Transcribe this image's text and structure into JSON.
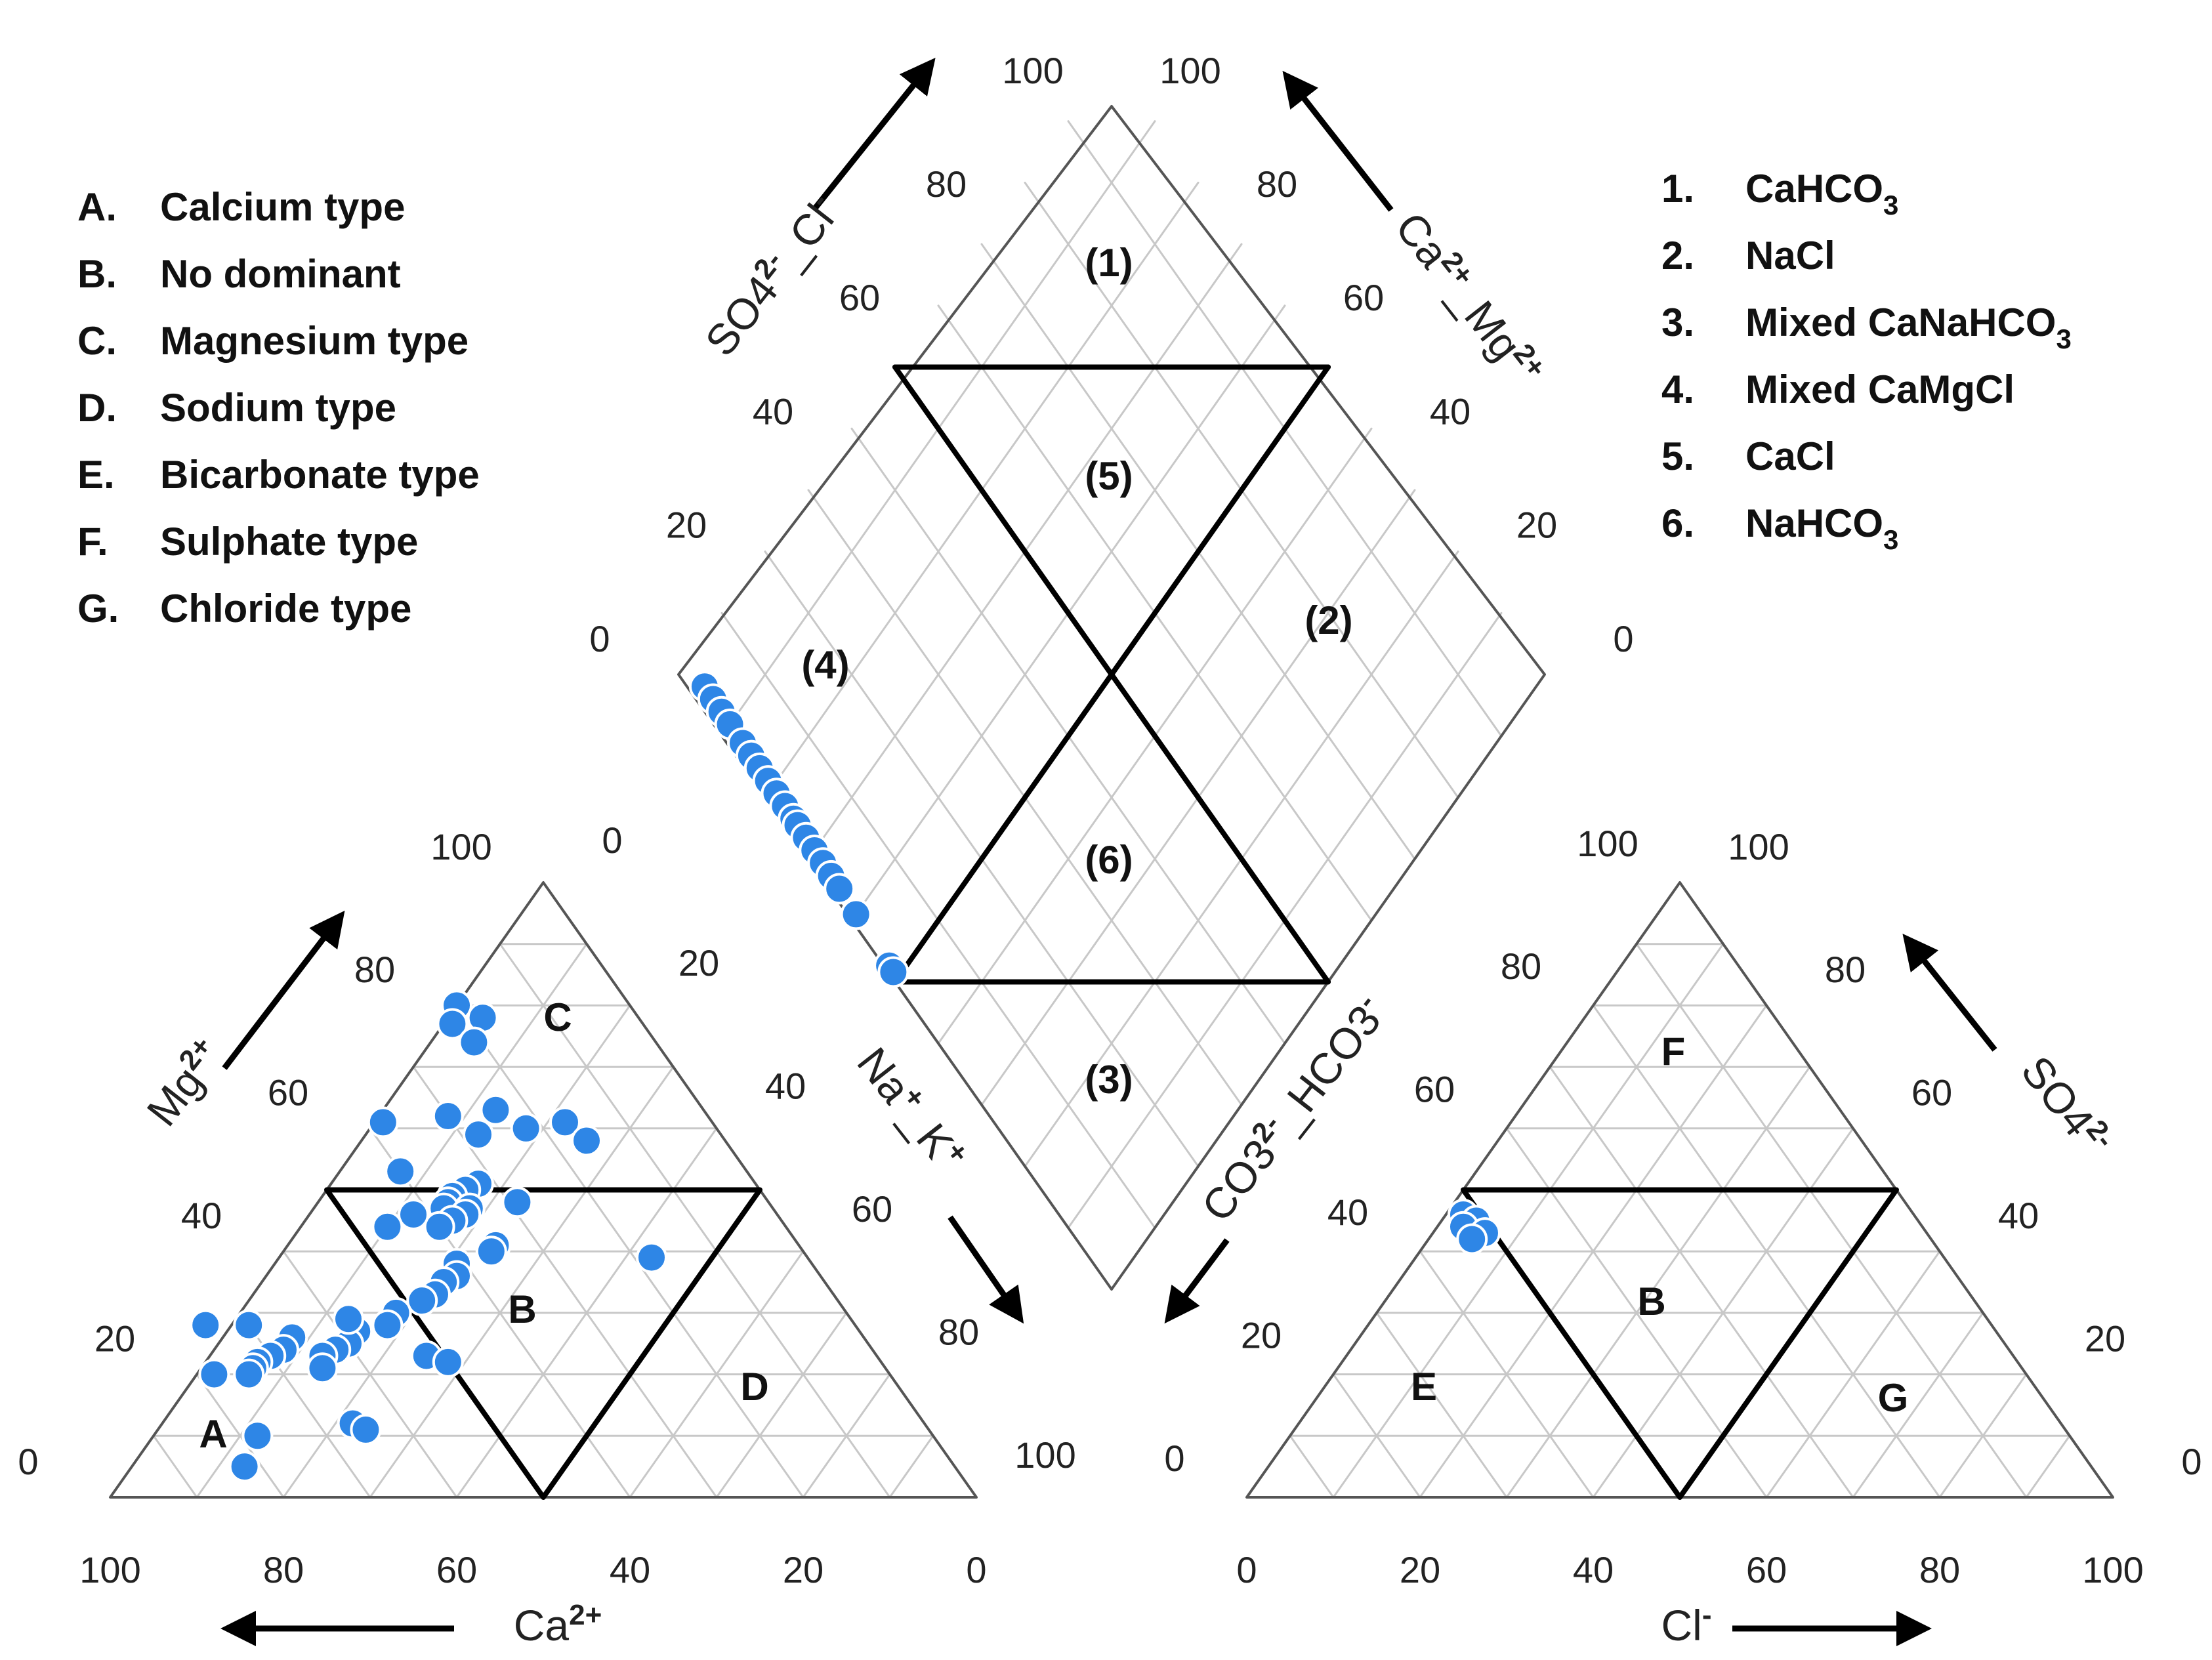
{
  "chart_data": {
    "type": "scatter",
    "subtype": "piper-trilinear",
    "colors": {
      "point": "#2e86e6",
      "frame": "#555555",
      "grid": "#c8c8c8",
      "boundary": "#000000"
    },
    "grid": true,
    "axes": {
      "cation_ca": {
        "label": "Ca",
        "sup": "2+",
        "ticks": [
          "100",
          "80",
          "60",
          "40",
          "20",
          "0"
        ]
      },
      "cation_mg": {
        "label": "Mg",
        "sup": "2+",
        "ticks": [
          "0",
          "20",
          "40",
          "60",
          "80",
          "100"
        ]
      },
      "cation_nak": {
        "label": "Na",
        "sup1": "+",
        "mid": "_K",
        "sup2": "+",
        "ticks": [
          "0",
          "20",
          "40",
          "60",
          "80",
          "100"
        ]
      },
      "anion_cl": {
        "label": "Cl",
        "sup": "-",
        "ticks": [
          "0",
          "20",
          "40",
          "60",
          "80",
          "100"
        ]
      },
      "anion_so4": {
        "label": "SO4",
        "sup": "2-",
        "ticks": [
          "0",
          "20",
          "40",
          "60",
          "80",
          "100"
        ]
      },
      "anion_co3": {
        "label": "CO3",
        "sup1": "2-",
        "mid": "_HCO3",
        "sup2": "-",
        "ticks": [
          "100",
          "80",
          "60",
          "40",
          "20",
          "0"
        ]
      },
      "diamond_so4cl": {
        "label": "SO4",
        "sup1": "2-",
        "mid": "_Cl",
        "sup2": "-",
        "ticks": [
          "0",
          "20",
          "40",
          "60",
          "80",
          "100"
        ]
      },
      "diamond_camg": {
        "label": "Ca",
        "sup1": "2+",
        "mid": "_Mg",
        "sup2": "2+",
        "ticks": [
          "0",
          "20",
          "40",
          "60",
          "80",
          "100"
        ]
      }
    },
    "cation_zones": [
      "A",
      "B",
      "C",
      "D"
    ],
    "anion_zones": [
      "E",
      "B",
      "F",
      "G"
    ],
    "diamond_zones": [
      "(1)",
      "(2)",
      "(3)",
      "(4)",
      "(5)",
      "(6)"
    ],
    "legend_left": [
      {
        "key": "A.",
        "text": "Calcium type"
      },
      {
        "key": "B.",
        "text": " No dominant"
      },
      {
        "key": "C.",
        "text": "Magnesium type"
      },
      {
        "key": "D.",
        "text": "Sodium type"
      },
      {
        "key": "E.",
        "text": "Bicarbonate type"
      },
      {
        "key": "F.",
        "text": "Sulphate type"
      },
      {
        "key": "G.",
        "text": "Chloride type"
      }
    ],
    "legend_right": [
      {
        "key": "1.",
        "text": "CaHCO",
        "sub": "3"
      },
      {
        "key": "2.",
        "text": " NaCl",
        "sub": ""
      },
      {
        "key": "3.",
        "text": "Mixed CaNaHCO",
        "sub": "3"
      },
      {
        "key": "4.",
        "text": "Mixed CaMgCl",
        "sub": ""
      },
      {
        "key": "5.",
        "text": "CaCl",
        "sub": ""
      },
      {
        "key": "6.",
        "text": "NaHCO",
        "sub": "3"
      }
    ],
    "cation_points": [
      {
        "ca": 20,
        "mg": 80
      },
      {
        "ca": 18,
        "mg": 78
      },
      {
        "ca": 22,
        "mg": 77
      },
      {
        "ca": 21,
        "mg": 74
      },
      {
        "ca": 38,
        "mg": 61
      },
      {
        "ca": 30,
        "mg": 62
      },
      {
        "ca": 24,
        "mg": 63
      },
      {
        "ca": 22,
        "mg": 60
      },
      {
        "ca": 17,
        "mg": 61
      },
      {
        "ca": 16,
        "mg": 58
      },
      {
        "ca": 28,
        "mg": 59
      },
      {
        "ca": 32,
        "mg": 51
      },
      {
        "ca": 29,
        "mg": 48
      },
      {
        "ca": 40,
        "mg": 53
      },
      {
        "ca": 34,
        "mg": 50
      },
      {
        "ca": 36,
        "mg": 49
      },
      {
        "ca": 37,
        "mg": 48
      },
      {
        "ca": 38,
        "mg": 47
      },
      {
        "ca": 35,
        "mg": 47
      },
      {
        "ca": 36,
        "mg": 46
      },
      {
        "ca": 38,
        "mg": 45
      },
      {
        "ca": 40,
        "mg": 44
      },
      {
        "ca": 35,
        "mg": 41
      },
      {
        "ca": 18,
        "mg": 39
      },
      {
        "ca": 36,
        "mg": 40
      },
      {
        "ca": 41,
        "mg": 38
      },
      {
        "ca": 42,
        "mg": 36
      },
      {
        "ca": 44,
        "mg": 35
      },
      {
        "ca": 46,
        "mg": 33
      },
      {
        "ca": 48,
        "mg": 32
      },
      {
        "ca": 52,
        "mg": 30
      },
      {
        "ca": 54,
        "mg": 28
      },
      {
        "ca": 58,
        "mg": 27
      },
      {
        "ca": 60,
        "mg": 25
      },
      {
        "ca": 62,
        "mg": 24
      },
      {
        "ca": 64,
        "mg": 23
      },
      {
        "ca": 66,
        "mg": 26
      },
      {
        "ca": 70,
        "mg": 28
      },
      {
        "ca": 75,
        "mg": 28
      },
      {
        "ca": 68,
        "mg": 24
      },
      {
        "ca": 70,
        "mg": 23
      },
      {
        "ca": 72,
        "mg": 22
      },
      {
        "ca": 73,
        "mg": 21
      },
      {
        "ca": 74,
        "mg": 20
      },
      {
        "ca": 65,
        "mg": 21
      },
      {
        "ca": 52,
        "mg": 23
      },
      {
        "ca": 50,
        "mg": 22
      },
      {
        "ca": 58,
        "mg": 29
      },
      {
        "ca": 66,
        "mg": 12
      },
      {
        "ca": 65,
        "mg": 11
      },
      {
        "ca": 78,
        "mg": 20
      },
      {
        "ca": 78,
        "mg": 10
      },
      {
        "ca": 82,
        "mg": 5
      },
      {
        "ca": 42,
        "mg": 46
      },
      {
        "ca": 46,
        "mg": 44
      }
    ],
    "anion_points": [
      {
        "cl": 2,
        "so4": 46
      },
      {
        "cl": 4,
        "so4": 45
      },
      {
        "cl": 3,
        "so4": 44
      },
      {
        "cl": 6,
        "so4": 43
      },
      {
        "cl": 5,
        "so4": 42
      }
    ],
    "diamond_points": [
      {
        "u": 96,
        "v": 41
      },
      {
        "u": 94,
        "v": 40
      },
      {
        "u": 92,
        "v": 39
      },
      {
        "u": 90,
        "v": 38
      },
      {
        "u": 87,
        "v": 37
      },
      {
        "u": 85,
        "v": 36
      },
      {
        "u": 83,
        "v": 35
      },
      {
        "u": 81,
        "v": 34
      },
      {
        "u": 79,
        "v": 33
      },
      {
        "u": 77,
        "v": 32
      },
      {
        "u": 75,
        "v": 31
      },
      {
        "u": 74,
        "v": 30
      },
      {
        "u": 72,
        "v": 29
      },
      {
        "u": 70,
        "v": 28
      },
      {
        "u": 68,
        "v": 27
      },
      {
        "u": 66,
        "v": 25
      },
      {
        "u": 64,
        "v": 23
      },
      {
        "u": 60,
        "v": 20
      },
      {
        "u": 52,
        "v": 13
      },
      {
        "u": 51,
        "v": 12
      }
    ]
  }
}
